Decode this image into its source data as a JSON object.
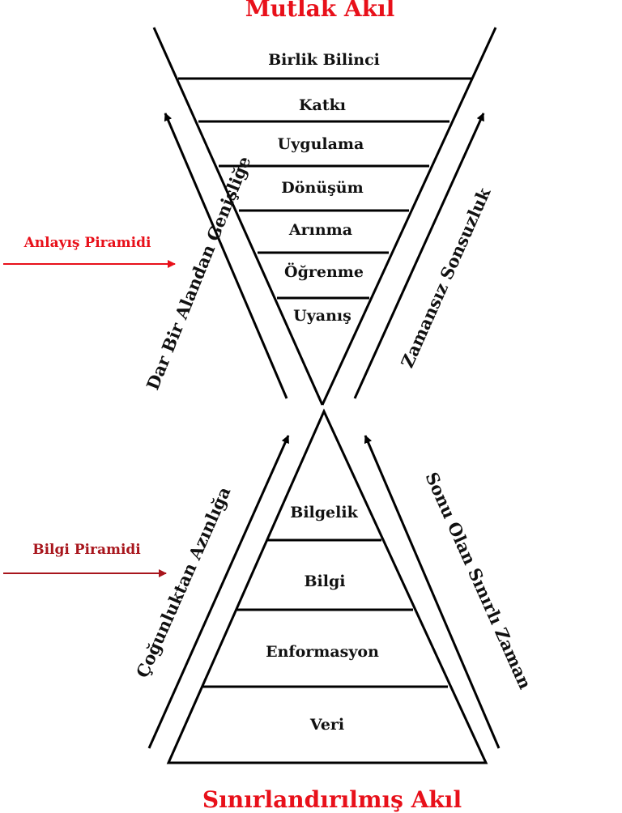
{
  "title_top": "Mutlak Akıl",
  "title_bottom": "Sınırlandırılmış Akıl",
  "colors": {
    "title": "#e8101a",
    "anlayis_label": "#e8101a",
    "bilgi_label": "#a8151c",
    "lines": "#000000",
    "text": "#111111"
  },
  "understanding_pyramid": {
    "label": "Anlayış Piramidi",
    "levels": [
      "Birlik Bilinci",
      "Katkı",
      "Uygulama",
      "Dönüşüm",
      "Arınma",
      "Öğrenme",
      "Uyanış"
    ],
    "left_side_text": "Dar Bir Alandan Genişliğe",
    "right_side_text": "Zamansız Sonsuzluk"
  },
  "knowledge_pyramid": {
    "label": "Bilgi Piramidi",
    "levels": [
      "Bilgelik",
      "Bilgi",
      "Enformasyon",
      "Veri"
    ],
    "left_side_text": "Çoğunluktan Azınlığa",
    "right_side_text": "Sonu Olan Sınırlı Zaman"
  }
}
